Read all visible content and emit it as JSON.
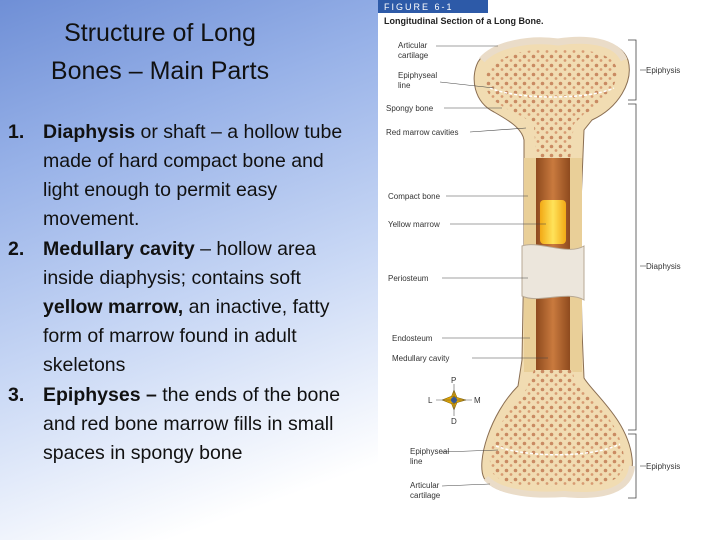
{
  "slide": {
    "title_line1": "Structure of Long",
    "title_line2": "Bones – Main Parts",
    "items": [
      {
        "number": "1.",
        "term": "Diaphysis",
        "text1": " or shaft – a hollow tube made of hard compact bone and light enough to permit easy movement."
      },
      {
        "number": "2.",
        "term": "Medullary cavity",
        "text1": " – hollow area inside diaphysis; contains soft ",
        "term2": "yellow marrow,",
        "text2": " an inactive, fatty form of marrow found in adult skeletons"
      },
      {
        "number": "3.",
        "term": "Epiphyses –",
        "text1": " the ends of the bone and red bone marrow fills in small spaces in spongy bone"
      }
    ]
  },
  "figure": {
    "header": "FIGURE 6-1",
    "subtitle": "Longitudinal Section of a Long Bone.",
    "labels_left": {
      "articular_top_1": "Articular",
      "articular_top_2": "cartilage",
      "epiphyseal_top_1": "Epiphyseal",
      "epiphyseal_top_2": "line",
      "spongy": "Spongy bone",
      "red_marrow": "Red marrow cavities",
      "compact": "Compact bone",
      "yellow_marrow": "Yellow marrow",
      "periosteum": "Periosteum",
      "endosteum": "Endosteum",
      "medullary": "Medullary cavity",
      "epiphyseal_bottom_1": "Epiphyseal",
      "epiphyseal_bottom_2": "line",
      "articular_bottom_1": "Articular",
      "articular_bottom_2": "cartilage"
    },
    "labels_right": {
      "epiphysis_top": "Epiphysis",
      "diaphysis": "Diaphysis",
      "epiphysis_bottom": "Epiphysis"
    },
    "compass": {
      "p": "P",
      "d": "D",
      "l": "L",
      "m": "M"
    },
    "colors": {
      "bone": "#f1dcb2",
      "spongy_dot": "#c98a62",
      "marrow": "#b8662e",
      "yellow": "#f7c21f",
      "cartilage": "#eadcc8"
    }
  }
}
